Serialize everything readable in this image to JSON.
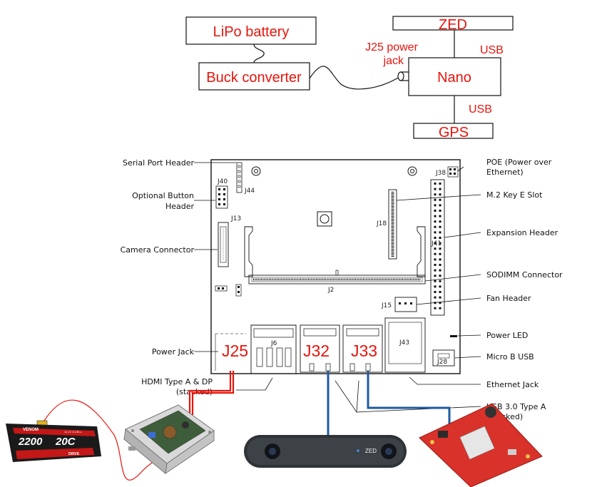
{
  "top_diagram": {
    "lipo_battery": "LiPo battery",
    "buck_converter": "Buck converter",
    "zed": "ZED",
    "nano": "Nano",
    "gps": "GPS",
    "power_jack_label_line1": "J25 power",
    "power_jack_label_line2": "jack",
    "usb_top": "USB",
    "usb_bottom": "USB"
  },
  "board": {
    "left_labels": {
      "serial_port_header": "Serial Port Header",
      "optional_button_header_line1": "Optional Button",
      "optional_button_header_line2": "Header",
      "camera_connector": "Camera Connector",
      "power_jack": "Power Jack",
      "hdmi_line1": "HDMI Type A & DP",
      "hdmi_line2": "(stacked)"
    },
    "right_labels": {
      "poe_line1": "POE (Power over",
      "poe_line2": "Ethernet)",
      "m2_slot": "M.2 Key E Slot",
      "expansion_header": "Expansion Header",
      "sodimm_connector": "SODIMM Connector",
      "fan_header": "Fan Header",
      "power_led": "Power LED",
      "micro_b_usb": "Micro B USB",
      "ethernet_jack": "Ethernet Jack",
      "usb3_line1": "USB 3.0 Type A",
      "usb3_line2": "(stacked)"
    },
    "connectors": {
      "j40": "J40",
      "j44": "J44",
      "j13": "J13",
      "j18": "J18",
      "j2": "J2",
      "j38": "J38",
      "j41": "J41",
      "j15": "J15",
      "j6": "J6",
      "j43": "J43",
      "j28": "J28"
    },
    "port_callouts": {
      "j25": "J25",
      "j32": "J32",
      "j33": "J33"
    }
  },
  "peripherals": {
    "battery_capacity": "2200",
    "battery_rating": "20C",
    "battery_brand": "VENOM",
    "battery_cells": "11.1V 3-CELL",
    "battery_series": "DRIVE",
    "camera_brand": "ZED"
  },
  "colors": {
    "label_red": "#e8140c",
    "usb_cable_blue": "#1f5a9c",
    "power_wire_red": "#e8140c",
    "gps_board_red": "#d9322b"
  }
}
